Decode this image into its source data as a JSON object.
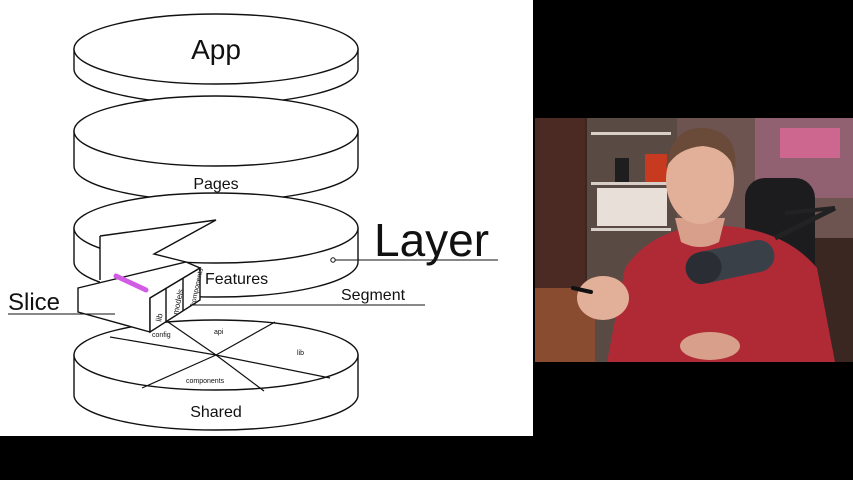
{
  "diagram": {
    "layers": {
      "app": "App",
      "pages": "Pages",
      "features": "Features",
      "shared": "Shared"
    },
    "callouts": {
      "layer": "Layer",
      "slice": "Slice",
      "segment": "Segment"
    },
    "slice_segments": [
      "lib",
      "models",
      "components"
    ],
    "shared_segments": [
      "config",
      "api",
      "lib",
      "components"
    ]
  },
  "colors": {
    "line": "#111111",
    "paper": "#ffffff",
    "highlight": "#d35ce6",
    "shirt": "#b02a36",
    "wall_light": "#ff6ea8"
  }
}
